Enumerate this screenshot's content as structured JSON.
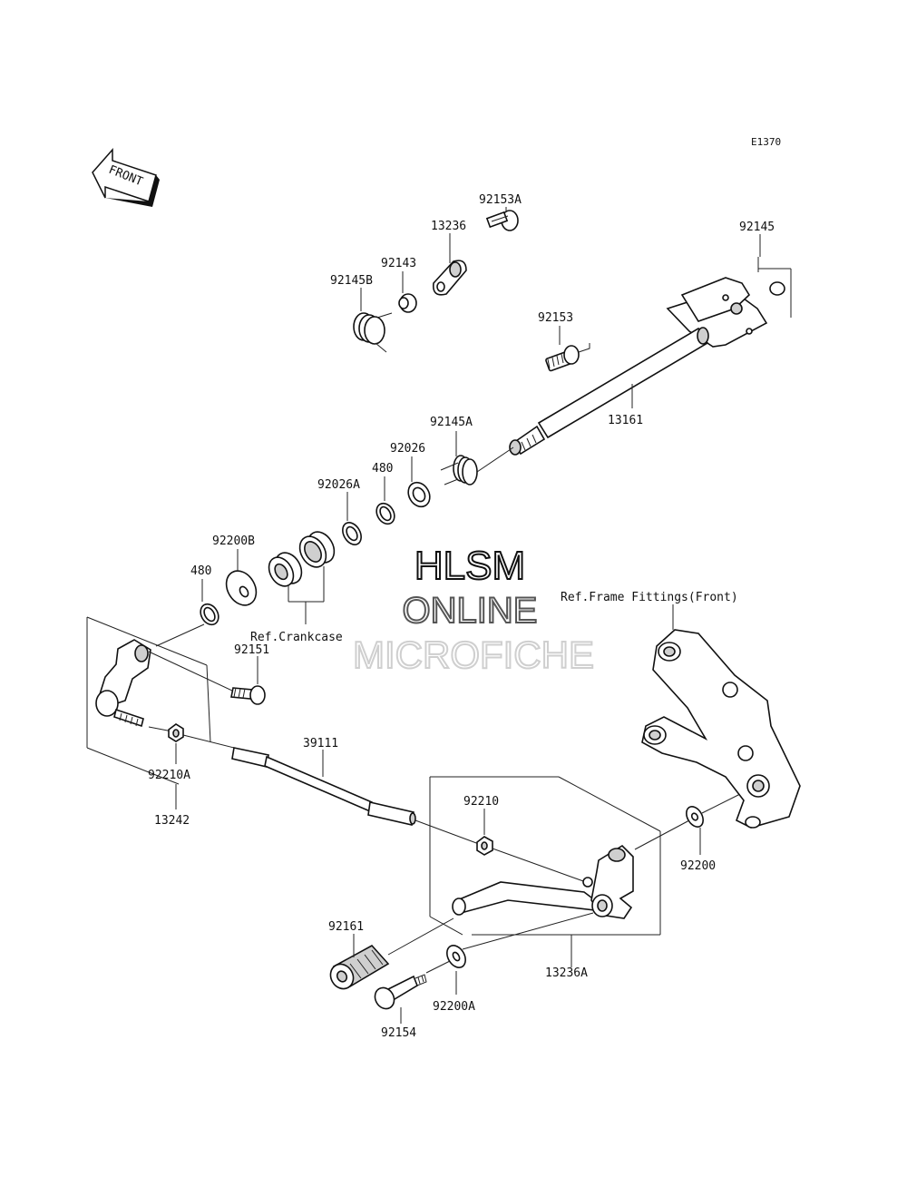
{
  "diagram_code": "E1370",
  "front_label": "FRONT",
  "watermark": {
    "line1": "HLSM",
    "line2": "ONLINE",
    "line3": "MICROFICHE"
  },
  "labels": {
    "p92153A": "92153A",
    "p13236": "13236",
    "p92143": "92143",
    "p92145B": "92145B",
    "p92145": "92145",
    "p92153": "92153",
    "p13161": "13161",
    "p92145A": "92145A",
    "p92026": "92026",
    "p480a": "480",
    "p92026A": "92026A",
    "p92200B": "92200B",
    "p480b": "480",
    "ref_crankcase": "Ref.Crankcase",
    "p92151": "92151",
    "ref_frame": "Ref.Frame Fittings(Front)",
    "p39111": "39111",
    "p92210A": "92210A",
    "p13242": "13242",
    "p92210": "92210",
    "p92200": "92200",
    "p92161": "92161",
    "p13236A": "13236A",
    "p92200A": "92200A",
    "p92154": "92154"
  }
}
